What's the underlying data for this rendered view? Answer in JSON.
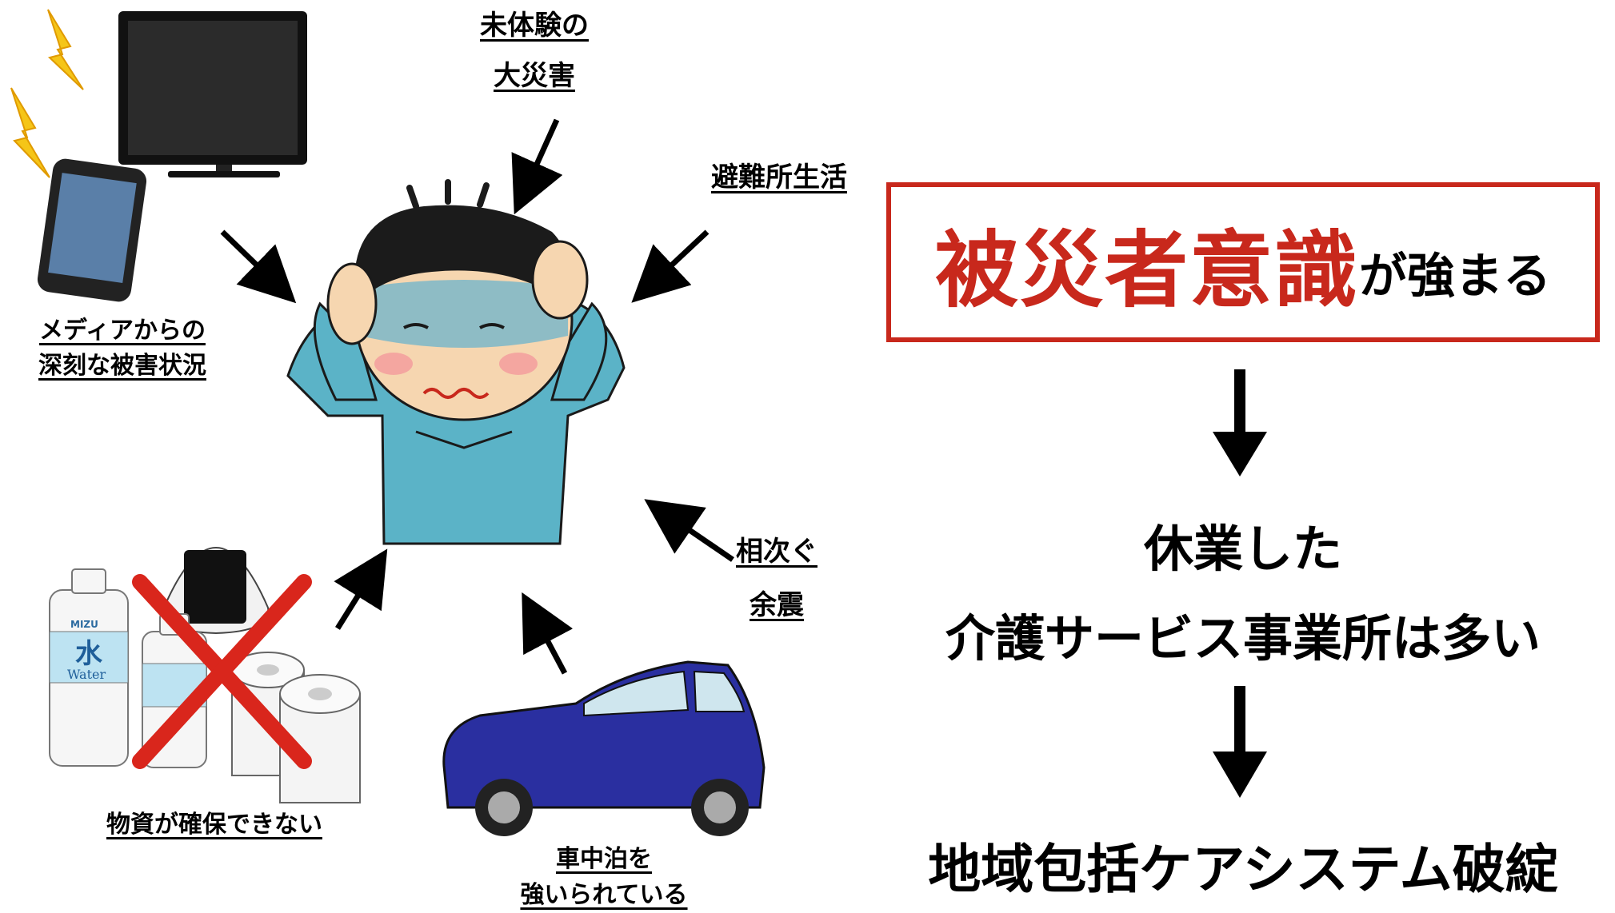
{
  "labels": {
    "disaster_line1": "未体験の",
    "disaster_line2": "大災害",
    "shelter": "避難所生活",
    "media_line1": "メディアからの",
    "media_line2": "深刻な被害状況",
    "aftershock_line1": "相次ぐ",
    "aftershock_line2": "余震",
    "supplies": "物資が確保できない",
    "car_line1": "車中泊を",
    "car_line2": "強いられている"
  },
  "result": {
    "emphasis": "被災者意識",
    "suffix": "が強まる",
    "line2a": "休業した",
    "line2b": "介護サービス事業所は多い",
    "line3": "地域包括ケアシステム破綻"
  },
  "water_bottle": {
    "brand": "MIZU",
    "kanji": "水",
    "text": "Water"
  },
  "colors": {
    "accent_red": "#c8281c",
    "shirt": "#5bb3c7",
    "car": "#2a2fa0"
  }
}
